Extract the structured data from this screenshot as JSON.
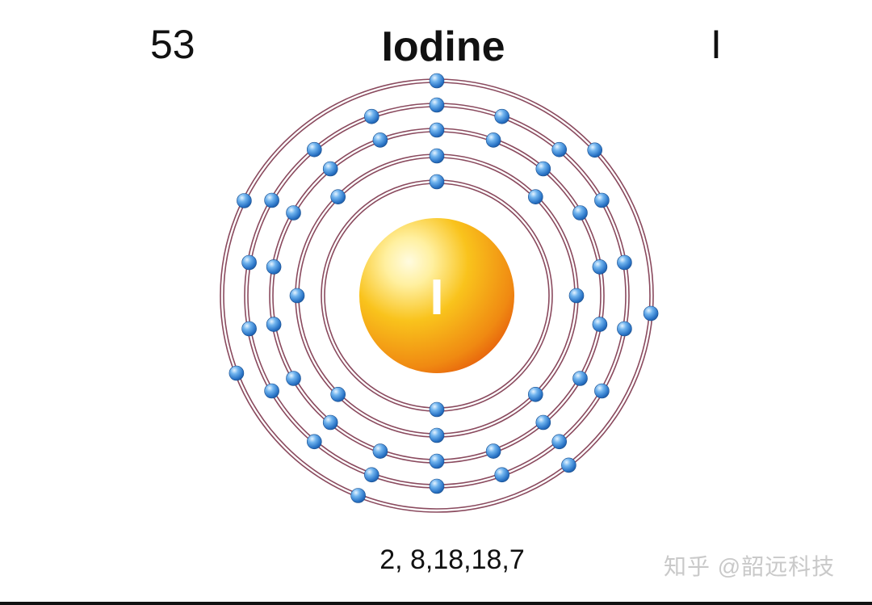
{
  "header": {
    "atomic_number": "53",
    "element_name": "Iodine",
    "symbol": "I"
  },
  "diagram": {
    "nucleus_symbol": "I",
    "shells": [
      {
        "electrons": 2
      },
      {
        "electrons": 8
      },
      {
        "electrons": 18
      },
      {
        "electrons": 18
      },
      {
        "electrons": 7
      }
    ],
    "colors": {
      "orbit": "#8a4a5e",
      "electron": "#2f7fd1",
      "electron_highlight": "#cfe8ff",
      "nucleus_light": "#fff4a8",
      "nucleus_mid": "#f7c21a",
      "nucleus_dark": "#e8560a"
    }
  },
  "electron_configuration": "2, 8,18,18,7",
  "watermark": "知乎 @韶远科技"
}
